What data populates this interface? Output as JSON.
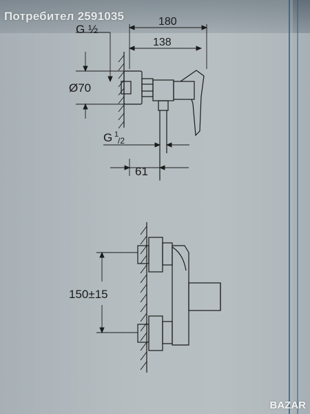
{
  "header": {
    "user_label": "Потребител 2591035"
  },
  "top_view": {
    "dim_thread_top": "G ½",
    "dim_width_total": "180",
    "dim_width_body": "138",
    "dim_diameter": "Ø70",
    "dim_thread_bottom_main": "G",
    "dim_thread_bottom_num": "1",
    "dim_thread_bottom_den": "/2",
    "dim_outlet": "61"
  },
  "front_view": {
    "dim_centers": "150±15"
  },
  "watermark": {
    "text": "BAZAR"
  }
}
